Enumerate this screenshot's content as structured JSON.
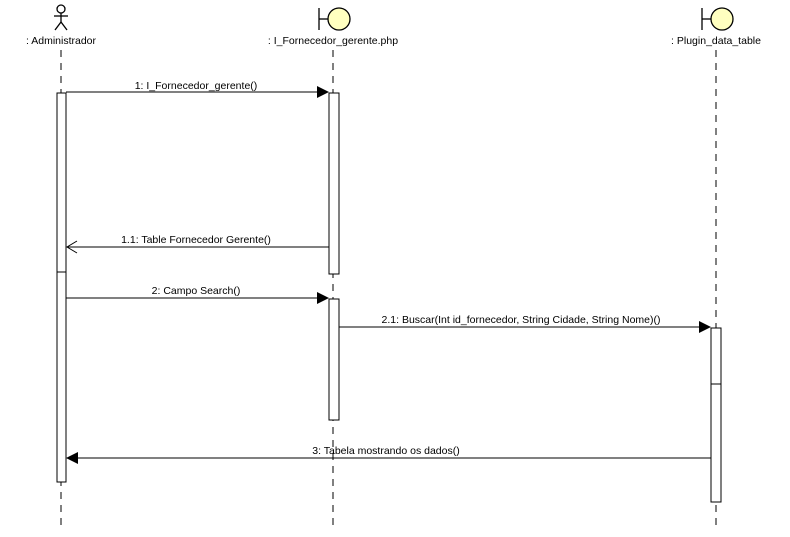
{
  "lifelines": [
    {
      "id": "admin",
      "label": ": Administrador",
      "kind": "actor"
    },
    {
      "id": "page",
      "label": ": I_Fornecedor_gerente.php",
      "kind": "boundary"
    },
    {
      "id": "plugin",
      "label": ": Plugin_data_table",
      "kind": "boundary"
    }
  ],
  "messages": [
    {
      "id": "m1",
      "label": "1: I_Fornecedor_gerente()",
      "from": "admin",
      "to": "page",
      "type": "sync"
    },
    {
      "id": "m1_1",
      "label": "1.1: Table Fornecedor Gerente()",
      "from": "page",
      "to": "admin",
      "type": "return"
    },
    {
      "id": "m2",
      "label": "2: Campo Search()",
      "from": "admin",
      "to": "page",
      "type": "sync"
    },
    {
      "id": "m2_1",
      "label": "2.1: Buscar(Int id_fornecedor, String Cidade, String Nome)()",
      "from": "page",
      "to": "plugin",
      "type": "sync"
    },
    {
      "id": "m3",
      "label": "3: Tabela mostrando os dados()",
      "from": "plugin",
      "to": "admin",
      "type": "sync"
    }
  ],
  "colors": {
    "boundary_fill": "#ffffc0",
    "line": "#000000",
    "background": "#ffffff"
  }
}
